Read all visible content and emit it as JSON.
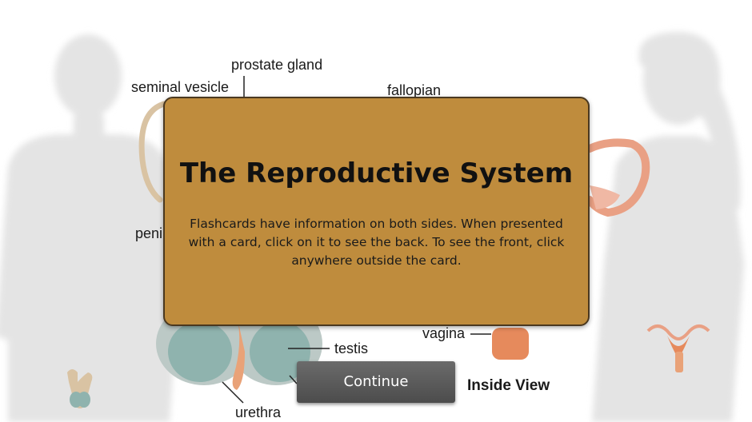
{
  "labels": {
    "prostate_gland": "prostate gland",
    "seminal_vesicle": "seminal vesicle",
    "fallopian": "fallopian",
    "penis": "peni",
    "vagina": "vagina",
    "testis": "testis",
    "urethra": "urethra",
    "inside_view": "Inside View"
  },
  "modal": {
    "title": "The Reproductive System",
    "body": "Flashcards have information on both sides. When presented with a card, click on it to see the back. To see the front, click anywhere outside the card."
  },
  "continue_button": {
    "label": "Continue"
  },
  "colors": {
    "modal_bg": "#bf8c3d",
    "button_bg": "#5c5c5c",
    "silhouette": "#e6e6e6"
  }
}
